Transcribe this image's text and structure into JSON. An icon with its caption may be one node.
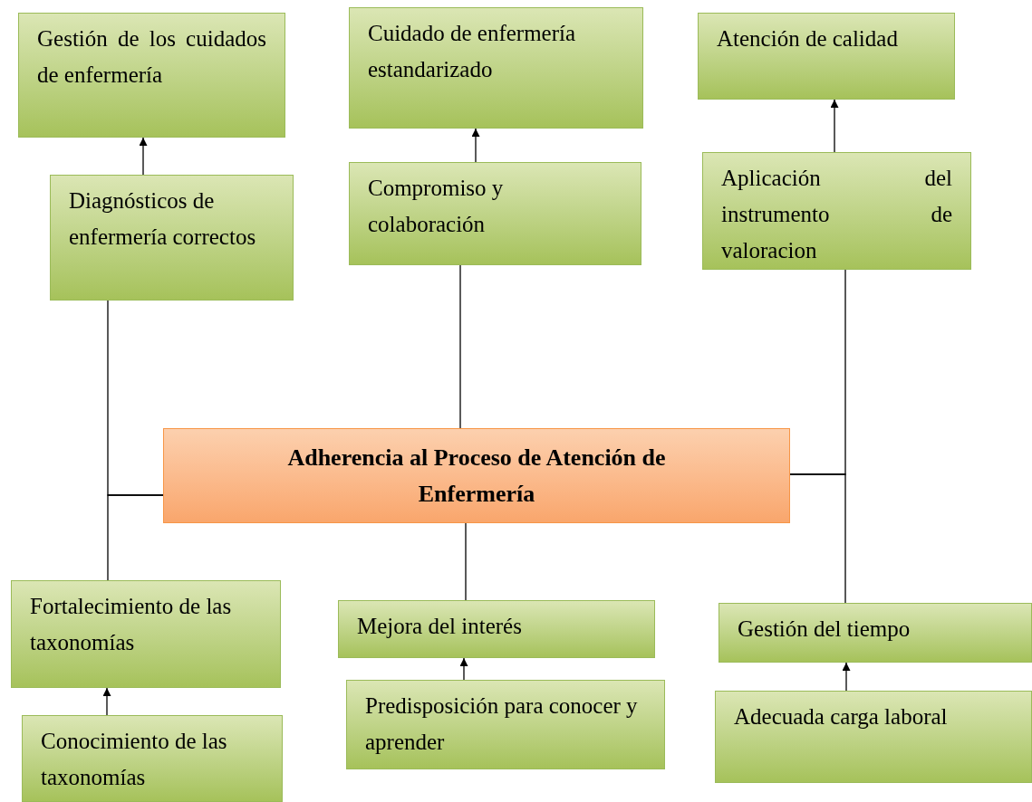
{
  "diagram": {
    "nodes": [
      {
        "text": [
          "Gestión de los cuidados de enfermería"
        ]
      },
      {
        "text": [
          "Cuidado de enfermería estandarizado"
        ]
      },
      {
        "text": [
          "Atención de calidad"
        ]
      },
      {
        "text": [
          "Diagnósticos de enfermería correctos"
        ]
      },
      {
        "text": [
          "Compromiso y colaboración"
        ]
      },
      {
        "text": [
          "Aplicación del instrumento de valoracion"
        ]
      },
      {
        "text": [
          "Adherencia al Proceso de Atención de Enfermería"
        ]
      },
      {
        "text": [
          "Fortalecimiento de las taxonomías"
        ]
      },
      {
        "text": [
          "Mejora del interés"
        ]
      },
      {
        "text": [
          "Gestión del tiempo"
        ]
      },
      {
        "text": [
          "Conocimiento de las taxonomías"
        ]
      },
      {
        "text": [
          "Predisposición para conocer y aprender"
        ]
      },
      {
        "text": [
          "Adecuada carga laboral"
        ]
      }
    ],
    "edges": [
      {
        "from": 3,
        "to": 0,
        "arrow": "to"
      },
      {
        "from": 4,
        "to": 1,
        "arrow": "to"
      },
      {
        "from": 5,
        "to": 2,
        "arrow": "to"
      },
      {
        "from": 6,
        "to": 3,
        "arrow": "none"
      },
      {
        "from": 6,
        "to": 7,
        "arrow": "none"
      },
      {
        "from": 6,
        "to": 4,
        "arrow": "none"
      },
      {
        "from": 6,
        "to": 8,
        "arrow": "none"
      },
      {
        "from": 6,
        "to": 5,
        "arrow": "none"
      },
      {
        "from": 6,
        "to": 9,
        "arrow": "none"
      },
      {
        "from": 10,
        "to": 7,
        "arrow": "to"
      },
      {
        "from": 11,
        "to": 8,
        "arrow": "to"
      },
      {
        "from": 12,
        "to": 9,
        "arrow": "to"
      }
    ]
  }
}
